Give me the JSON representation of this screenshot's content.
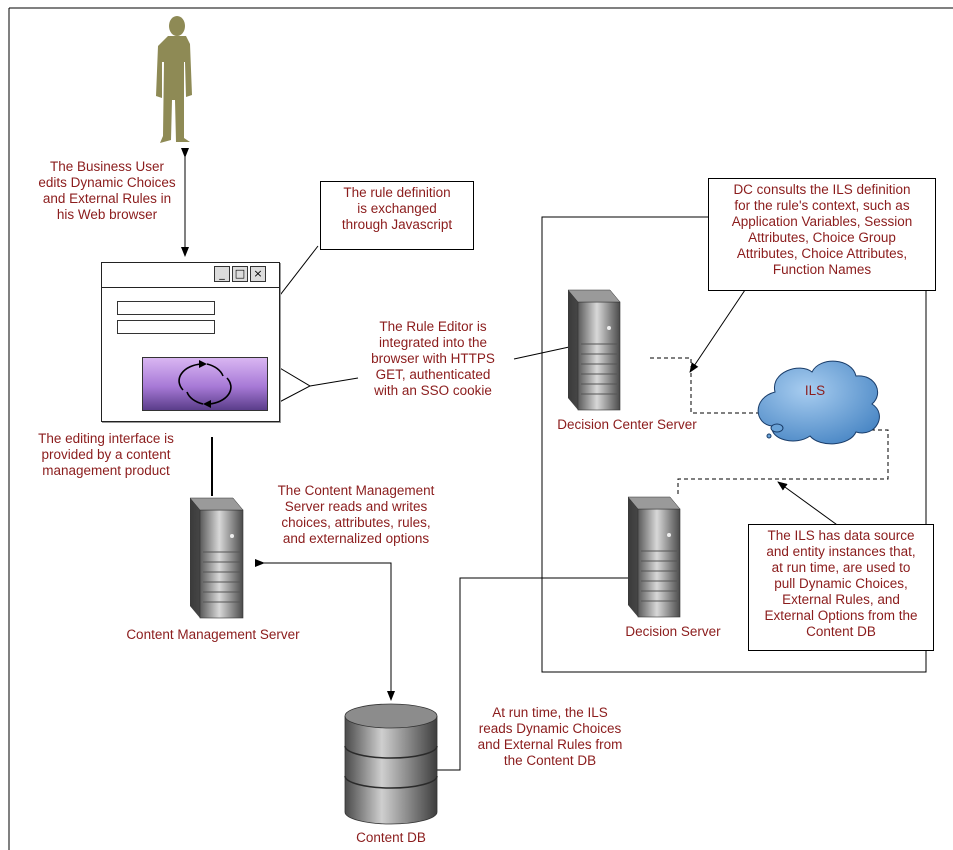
{
  "labels": {
    "business_user": "The Business User\nedits Dynamic Choices\nand External Rules in\nhis Web browser",
    "editing_interface": "The editing interface is\nprovided by a content\nmanagement product",
    "rule_editor": "The Rule Editor is\nintegrated into the\nbrowser with HTTPS\nGET, authenticated\nwith an SSO cookie",
    "cms_reads": "The Content Management\nServer reads and writes\nchoices, attributes, rules,\nand externalized options",
    "runtime_ils": "At run time, the ILS\nreads Dynamic Choices\nand External Rules from\nthe Content DB"
  },
  "notes": {
    "rule_definition": "The rule definition\nis exchanged\nthrough Javascript",
    "dc_consults": "DC consults the ILS definition\nfor the rule's context, such as\nApplication Variables, Session\nAttributes, Choice Group\nAttributes, Choice Attributes,\nFunction Names",
    "ils_has": "The ILS has data source\nand entity instances that,\nat run time, are used to\npull Dynamic Choices,\nExternal Rules, and\nExternal Options from the\nContent DB"
  },
  "nodes": {
    "content_management_server": "Content Management Server",
    "decision_center_server": "Decision Center Server",
    "decision_server": "Decision Server",
    "content_db": "Content DB",
    "ils": "ILS"
  },
  "window_controls": {
    "minimize": "_",
    "maximize": "□",
    "close": "×"
  },
  "colors": {
    "annotation_text": "#8b1c1c",
    "person": "#8e8a55",
    "cloud": "#6aa3d8",
    "editor": "#a779d6"
  }
}
